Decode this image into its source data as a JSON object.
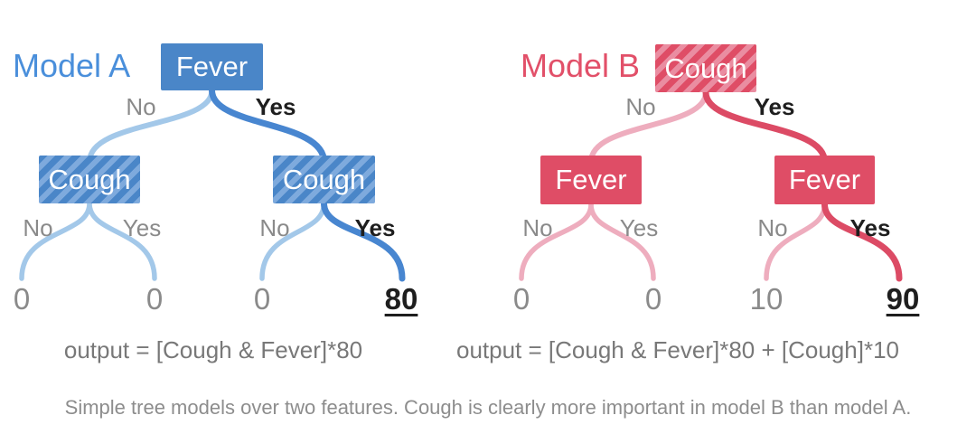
{
  "colors": {
    "blue_node": "#4a86c8",
    "blue_hatch": "#7eaadd",
    "blue_branch_light": "#a3c8e9",
    "blue_branch_dark": "#4886d0",
    "blue_title": "#4a8fdb",
    "red_node": "#df4d66",
    "red_hatch": "#ea8da1",
    "red_branch_light": "#eeadbe",
    "red_branch_dark": "#dc4b65",
    "gray_label": "#8a8a8a",
    "black_label": "#1e1e1e",
    "formula_color": "#787878",
    "caption_color": "#8d8d8d",
    "red_title": "#e25069"
  },
  "model_a": {
    "title": "Model A",
    "root_label": "Fever",
    "left_child_label": "Cough",
    "right_child_label": "Cough",
    "labels": {
      "root_no": "No",
      "root_yes": "Yes",
      "left_no": "No",
      "left_yes": "Yes",
      "right_no": "No",
      "right_yes": "Yes"
    },
    "leaves": [
      "0",
      "0",
      "0",
      "80"
    ],
    "formula": "output = [Cough & Fever]*80"
  },
  "model_b": {
    "title": "Model B",
    "root_label": "Cough",
    "left_child_label": "Fever",
    "right_child_label": "Fever",
    "labels": {
      "root_no": "No",
      "root_yes": "Yes",
      "left_no": "No",
      "left_yes": "Yes",
      "right_no": "No",
      "right_yes": "Yes"
    },
    "leaves": [
      "0",
      "0",
      "10",
      "90"
    ],
    "formula": "output = [Cough & Fever]*80 + [Cough]*10"
  },
  "caption": "Simple tree models over two features. Cough is clearly more important in model B than model A."
}
